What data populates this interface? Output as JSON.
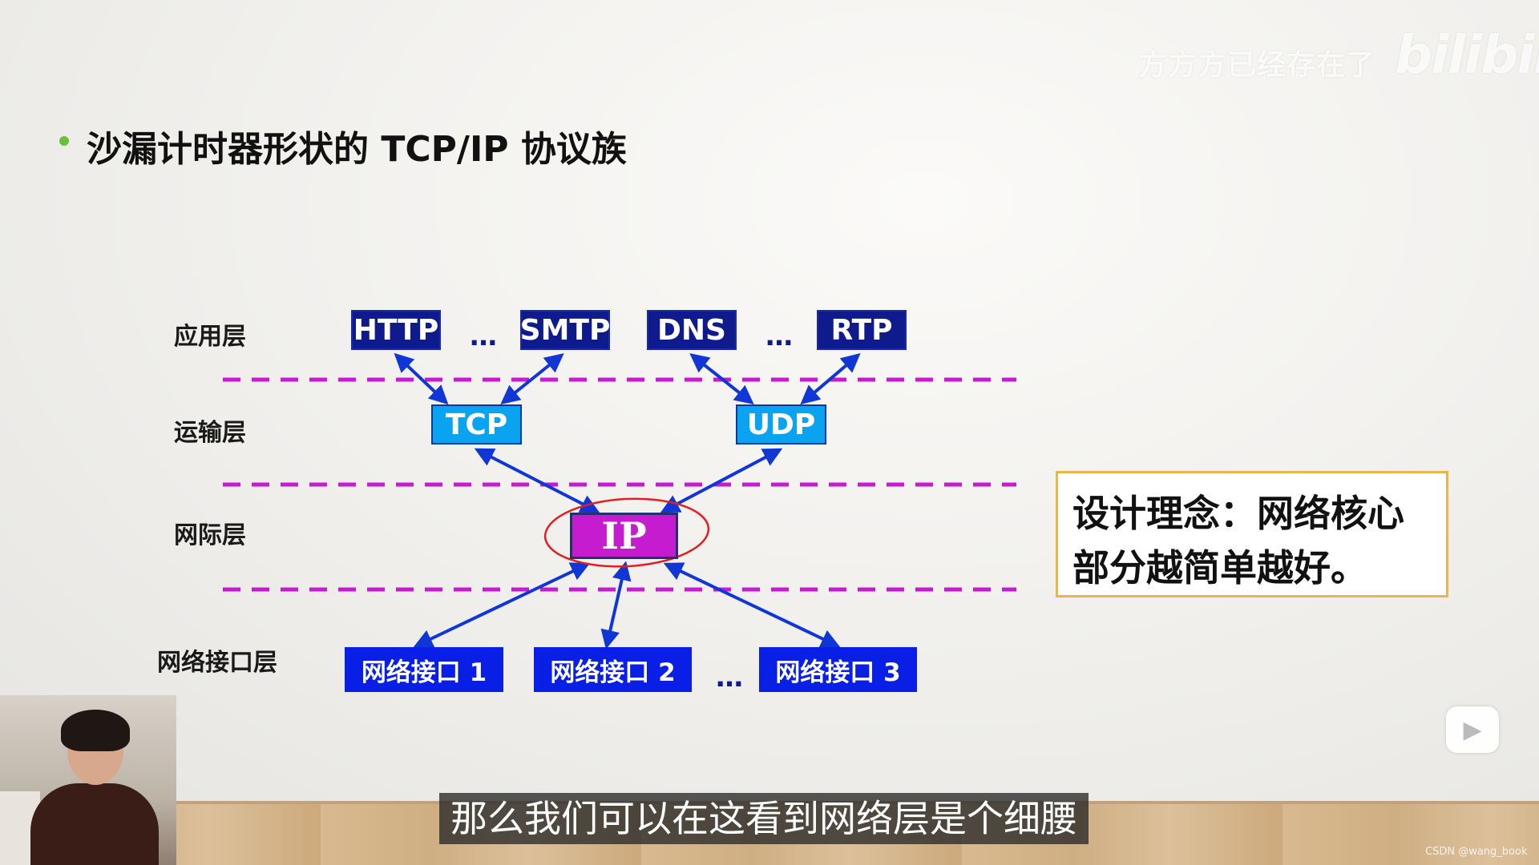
{
  "watermark": {
    "user": "方方方已经存在了",
    "brand": "bilibili"
  },
  "slide": {
    "title": "沙漏计时器形状的 TCP/IP 协议族",
    "layers": {
      "application": "应用层",
      "transport": "运输层",
      "internet": "网际层",
      "network_interface": "网络接口层"
    },
    "protocols": {
      "http": "HTTP",
      "smtp": "SMTP",
      "dns": "DNS",
      "rtp": "RTP",
      "tcp": "TCP",
      "udp": "UDP",
      "ip": "IP",
      "if1": "网络接口 1",
      "if2": "网络接口 2",
      "if3": "网络接口 3",
      "ellipsis": "…"
    },
    "note": {
      "line1": "设计理念：网络核心",
      "line2": "部分越简单越好。"
    }
  },
  "video": {
    "subtitle": "那么我们可以在这看到网络层是个细腰",
    "play_icon": "play-icon",
    "credit": "CSDN @wang_book"
  },
  "colors": {
    "app_box": "#0f1a8c",
    "transport_box": "#0aa3f0",
    "ip_box": "#c51cd0",
    "interface_box": "#0a1fe6",
    "arrow": "#1136d6",
    "dashed_line": "#c51cd0",
    "annotation_circle": "#e02020",
    "note_border": "#e8b74a"
  }
}
